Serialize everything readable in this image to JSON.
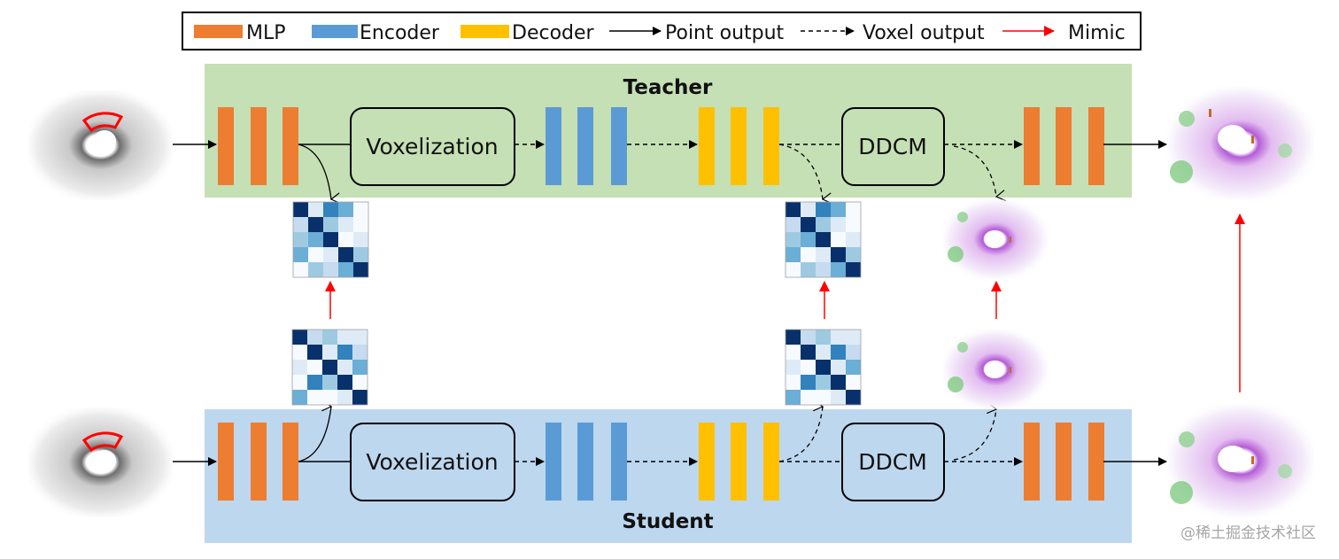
{
  "legend": {
    "items": [
      {
        "kind": "swatch",
        "label": "MLP",
        "color": "#ED7D31"
      },
      {
        "kind": "swatch",
        "label": "Encoder",
        "color": "#5B9BD5"
      },
      {
        "kind": "swatch",
        "label": "Decoder",
        "color": "#FFC000"
      },
      {
        "kind": "solid-arrow",
        "label": "Point output",
        "color": "#000000"
      },
      {
        "kind": "dashed-arrow",
        "label": "Voxel output",
        "color": "#000000"
      },
      {
        "kind": "red-arrow",
        "label": "Mimic",
        "color": "#FF0000"
      }
    ]
  },
  "colors": {
    "mlp": "#ED7D31",
    "encoder": "#5B9BD5",
    "decoder": "#FFC000",
    "teacher_bg": "#C5E0B4",
    "student_bg": "#BDD7EE",
    "mimic": "#FF0000",
    "heat": [
      "#F7FBFF",
      "#DEEBF7",
      "#C6DBEF",
      "#9ECAE1",
      "#6BAED6",
      "#3182BD",
      "#08306B"
    ]
  },
  "teacher": {
    "title": "Teacher",
    "voxelization_label": "Voxelization",
    "ddcm_label": "DDCM"
  },
  "student": {
    "title": "Student",
    "voxelization_label": "Voxelization",
    "ddcm_label": "DDCM"
  },
  "heatmaps": {
    "teacher": [
      [
        6,
        1,
        5,
        4,
        0
      ],
      [
        2,
        6,
        3,
        1,
        0
      ],
      [
        3,
        4,
        6,
        0,
        1
      ],
      [
        4,
        0,
        1,
        6,
        3
      ],
      [
        0,
        3,
        2,
        4,
        6
      ]
    ],
    "student": [
      [
        6,
        2,
        3,
        1,
        1
      ],
      [
        0,
        6,
        1,
        5,
        2
      ],
      [
        1,
        0,
        6,
        1,
        4
      ],
      [
        0,
        5,
        3,
        6,
        0
      ],
      [
        4,
        0,
        0,
        1,
        6
      ]
    ]
  },
  "watermark": "@稀土掘金技术社区"
}
